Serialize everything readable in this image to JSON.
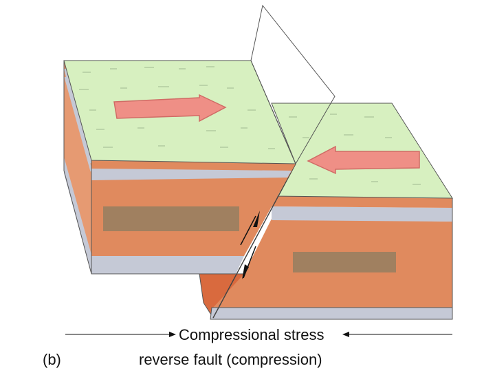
{
  "figure": {
    "panel_label": "(b)",
    "caption": "reverse fault (compression)",
    "stress_label": "Compressional stress"
  },
  "colors": {
    "surface": "#d7f0c0",
    "rock_orange": "#e08a5e",
    "rock_orange_side": "#e69a72",
    "rock_dark_face": "#d96a3e",
    "gray_layer": "#c5c9d6",
    "brown_layer": "#a08060",
    "arrow_fill": "#ef8f86",
    "arrow_stroke": "#d06b65",
    "outline": "#555555"
  },
  "icons": {
    "motion_arrow_left_block": "arrow-right-icon",
    "motion_arrow_right_block": "arrow-left-icon",
    "slip_arrow_up": "slip-arrow-up-icon",
    "slip_arrow_down": "slip-arrow-down-icon",
    "stress_arrow_left": "arrowhead-right-icon",
    "stress_arrow_right": "arrowhead-left-icon"
  }
}
